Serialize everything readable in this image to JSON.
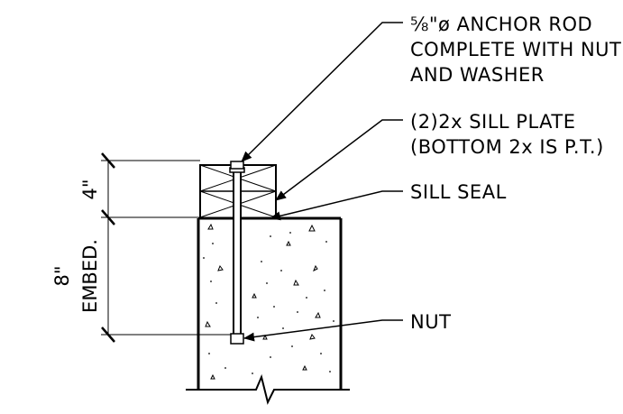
{
  "labels": {
    "anchor_line1": "⅝\"ø ANCHOR ROD",
    "anchor_line2": "COMPLETE WITH NUT",
    "anchor_line3": "AND WASHER",
    "sill_plate_line1": "(2)2x SILL PLATE",
    "sill_plate_line2": "(BOTTOM 2x IS P.T.)",
    "sill_seal": "SILL SEAL",
    "nut": "NUT"
  },
  "dimensions": {
    "upper_value": "4\"",
    "lower_value": "8\"",
    "lower_text": "EMBED."
  }
}
